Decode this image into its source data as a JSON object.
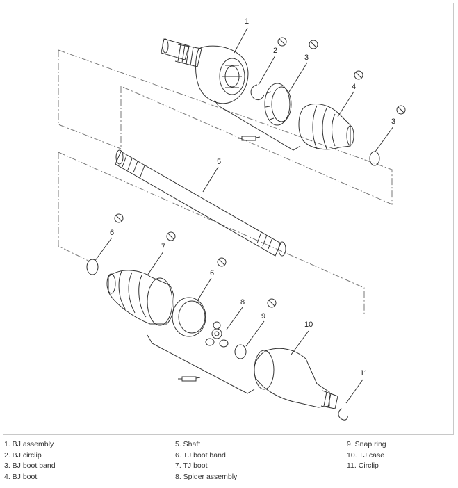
{
  "callouts": [
    {
      "id": "c1",
      "number": "1"
    },
    {
      "id": "c2",
      "number": "2"
    },
    {
      "id": "c3a",
      "number": "3"
    },
    {
      "id": "c3b",
      "number": "3"
    },
    {
      "id": "c4",
      "number": "4"
    },
    {
      "id": "c5",
      "number": "5"
    },
    {
      "id": "c6a",
      "number": "6"
    },
    {
      "id": "c6b",
      "number": "6"
    },
    {
      "id": "c7",
      "number": "7"
    },
    {
      "id": "c8",
      "number": "8"
    },
    {
      "id": "c9",
      "number": "9"
    },
    {
      "id": "c10",
      "number": "10"
    },
    {
      "id": "c11",
      "number": "11"
    }
  ],
  "legend": {
    "col1": [
      "1. BJ assembly",
      "2. BJ circlip",
      "3. BJ boot band",
      "4. BJ boot"
    ],
    "col2": [
      "5. Shaft",
      "6. TJ boot band",
      "7. TJ boot",
      "8. Spider assembly"
    ],
    "col3": [
      "9. Snap ring",
      "10. TJ case",
      "11. Circlip"
    ]
  },
  "colors": {
    "line": "#333333",
    "frame": "#c8c8c8",
    "text": "#333333"
  }
}
